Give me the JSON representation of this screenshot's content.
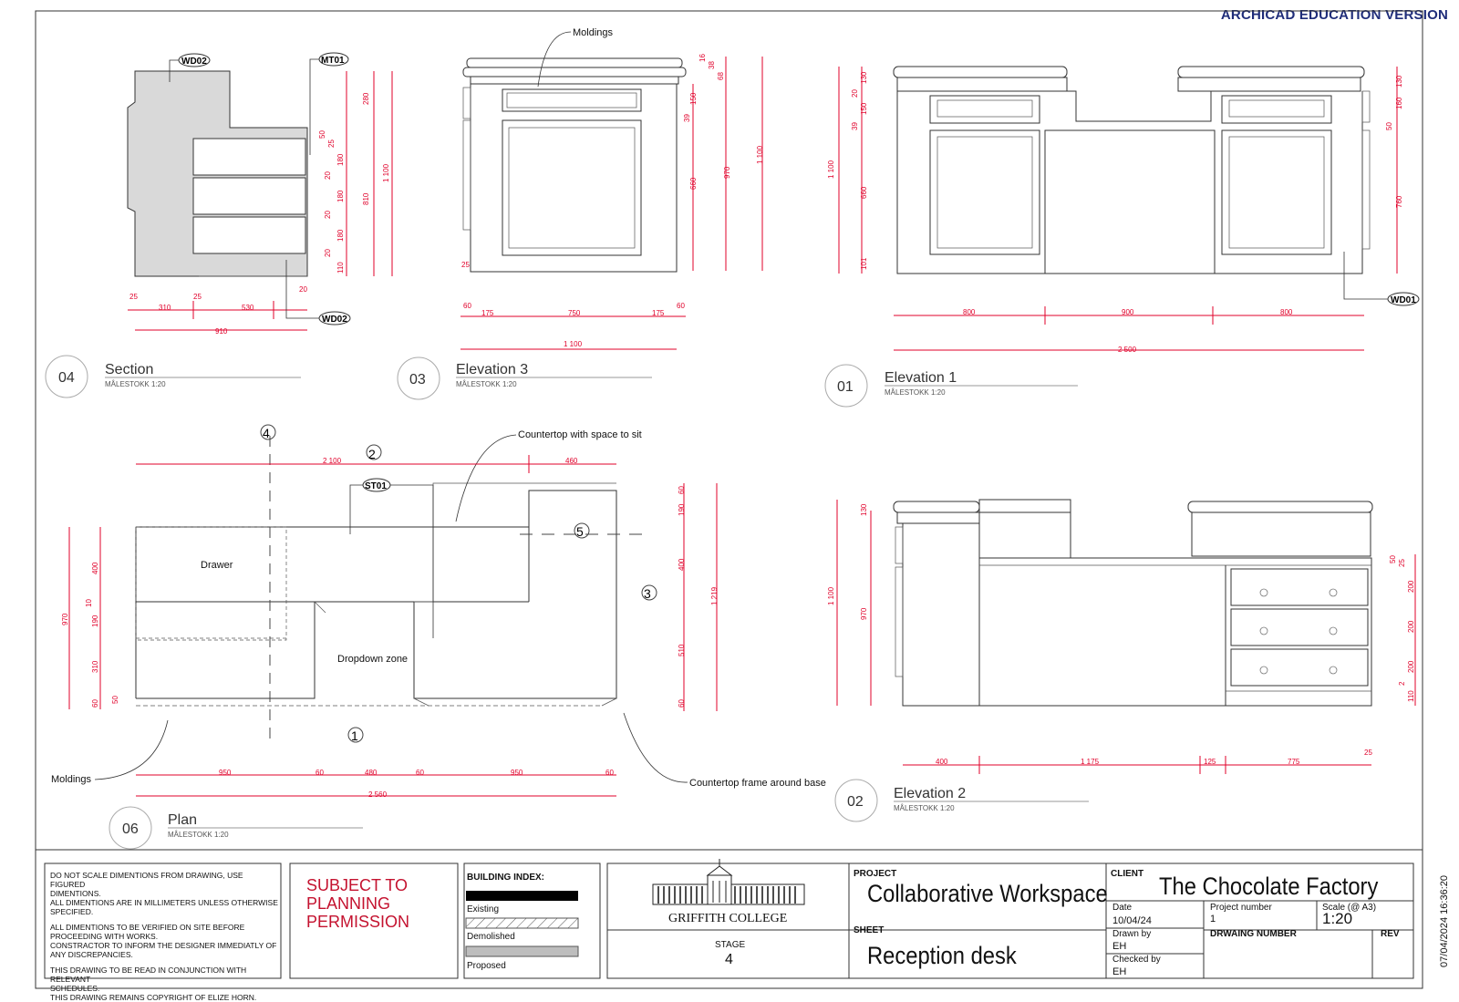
{
  "watermark": "ARCHICAD EDUCATION VERSION",
  "timestamp": "07/04/2024 16:36:20",
  "colors": {
    "dimension": "#e0002a",
    "line": "#333333",
    "fill": "#d9d9d9"
  },
  "views": {
    "section": {
      "number": "04",
      "title": "Section",
      "scale": "MÅLESTOKK 1:20"
    },
    "elevation3": {
      "number": "03",
      "title": "Elevation 3",
      "scale": "MÅLESTOKK 1:20"
    },
    "elevation1": {
      "number": "01",
      "title": "Elevation 1",
      "scale": "MÅLESTOKK 1:20"
    },
    "plan": {
      "number": "06",
      "title": "Plan",
      "scale": "MÅLESTOKK 1:20"
    },
    "elevation2": {
      "number": "02",
      "title": "Elevation 2",
      "scale": "MÅLESTOKK 1:20"
    }
  },
  "tags": {
    "wd02": "WD02",
    "mt01": "MT01",
    "wd01": "WD01",
    "st01": "ST01"
  },
  "section_markers": {
    "m4": "4",
    "m2": "2",
    "m5": "5",
    "m3": "3",
    "m1": "1"
  },
  "annotations": {
    "moldings": "Moldings",
    "countertop_sit": "Countertop with space to sit",
    "countertop_frame": "Countertop frame around base",
    "drawer": "Drawer",
    "dropdown": "Dropdown zone"
  },
  "dims": {
    "section": {
      "a": "25",
      "b": "310",
      "c": "25",
      "d": "530",
      "e": "20",
      "total": "910",
      "v280": "280",
      "v50": "50",
      "v25": "25",
      "v180a": "180",
      "v20a": "20",
      "v180b": "180",
      "v20b": "20",
      "v180c": "180",
      "v20c": "20",
      "v110": "110",
      "v810": "810",
      "v1100": "1 100"
    },
    "elev3": {
      "a": "60",
      "b": "175",
      "c": "750",
      "d": "175",
      "e": "60",
      "total": "1 100",
      "v16": "16",
      "v38": "38",
      "v68": "68",
      "v150": "150",
      "v39": "39",
      "v660": "660",
      "v970": "970",
      "v1100": "1 100",
      "v25": "25"
    },
    "elev1": {
      "a": "800",
      "b": "900",
      "c": "800",
      "total": "2 500",
      "l130": "130",
      "l20": "20",
      "l150": "150",
      "l39": "39",
      "l660": "660",
      "l101": "101",
      "l1100": "1 100",
      "r130": "130",
      "r160": "160",
      "r50": "50",
      "r760": "760"
    },
    "plan": {
      "top": "2 100",
      "top2": "460",
      "b950a": "950",
      "b60a": "60",
      "b480": "480",
      "b60b": "60",
      "b950b": "950",
      "b60c": "60",
      "total": "2 560",
      "l400": "400",
      "l10": "10",
      "l190": "190",
      "l310": "310",
      "l60": "60",
      "l50": "50",
      "l970": "970",
      "r60": "60",
      "r190": "190",
      "r400": "400",
      "r510": "510",
      "r60b": "60",
      "r1219": "1 219"
    },
    "elev2": {
      "a": "400",
      "b": "1 175",
      "c": "125",
      "d": "775",
      "e": "25",
      "l130": "130",
      "l970": "970",
      "l1100": "1 100",
      "r50": "50",
      "r25": "25",
      "r200a": "200",
      "r200b": "200",
      "r200c": "200",
      "r2": "2",
      "r110": "110"
    }
  },
  "title_block": {
    "notes": [
      "DO NOT SCALE DIMENTIONS FROM DRAWING, USE FIGURED",
      "DIMENTIONS.",
      "ALL DIMENTIONS ARE IN MILLIMETERS UNLESS OTHERWISE",
      "SPECIFIED.",
      "",
      "ALL DIMENTIONS TO BE VERIFIED ON SITE BEFORE",
      "PROCEEDING WITH WORKS.",
      "CONSTRACTOR TO INFORM THE DESIGNER IMMEDIATLY OF",
      "ANY DISCREPANCIES.",
      "",
      "THIS DRAWING TO BE READ IN CONJUNCTION WITH RELEVANT",
      "SCHEDULES.",
      "THIS DRAWING REMAINS COPYRIGHT OF ELIZE HORN."
    ],
    "planning": "SUBJECT TO PLANNING PERMISSION",
    "building_index": "BUILDING INDEX:",
    "existing": "Existing",
    "demolished": "Demolished",
    "proposed": "Proposed",
    "college": "GRIFFITH COLLEGE",
    "stage_label": "STAGE",
    "stage": "4",
    "project_label": "PROJECT",
    "project": "Collaborative Workspace",
    "sheet_label": "SHEET",
    "sheet": "Reception desk",
    "client_label": "CLIENT",
    "client": "The Chocolate Factory",
    "date_label": "Date",
    "date": "10/04/24",
    "project_number_label": "Project number",
    "project_number": "1",
    "scale_label": "Scale (@ A3)",
    "scale": "1:20",
    "drawn_by_label": "Drawn by",
    "drawn_by": "EH",
    "drawing_number_label": "DRWAING NUMBER",
    "rev_label": "REV",
    "checked_by_label": "Checked by",
    "checked_by": "EH"
  }
}
